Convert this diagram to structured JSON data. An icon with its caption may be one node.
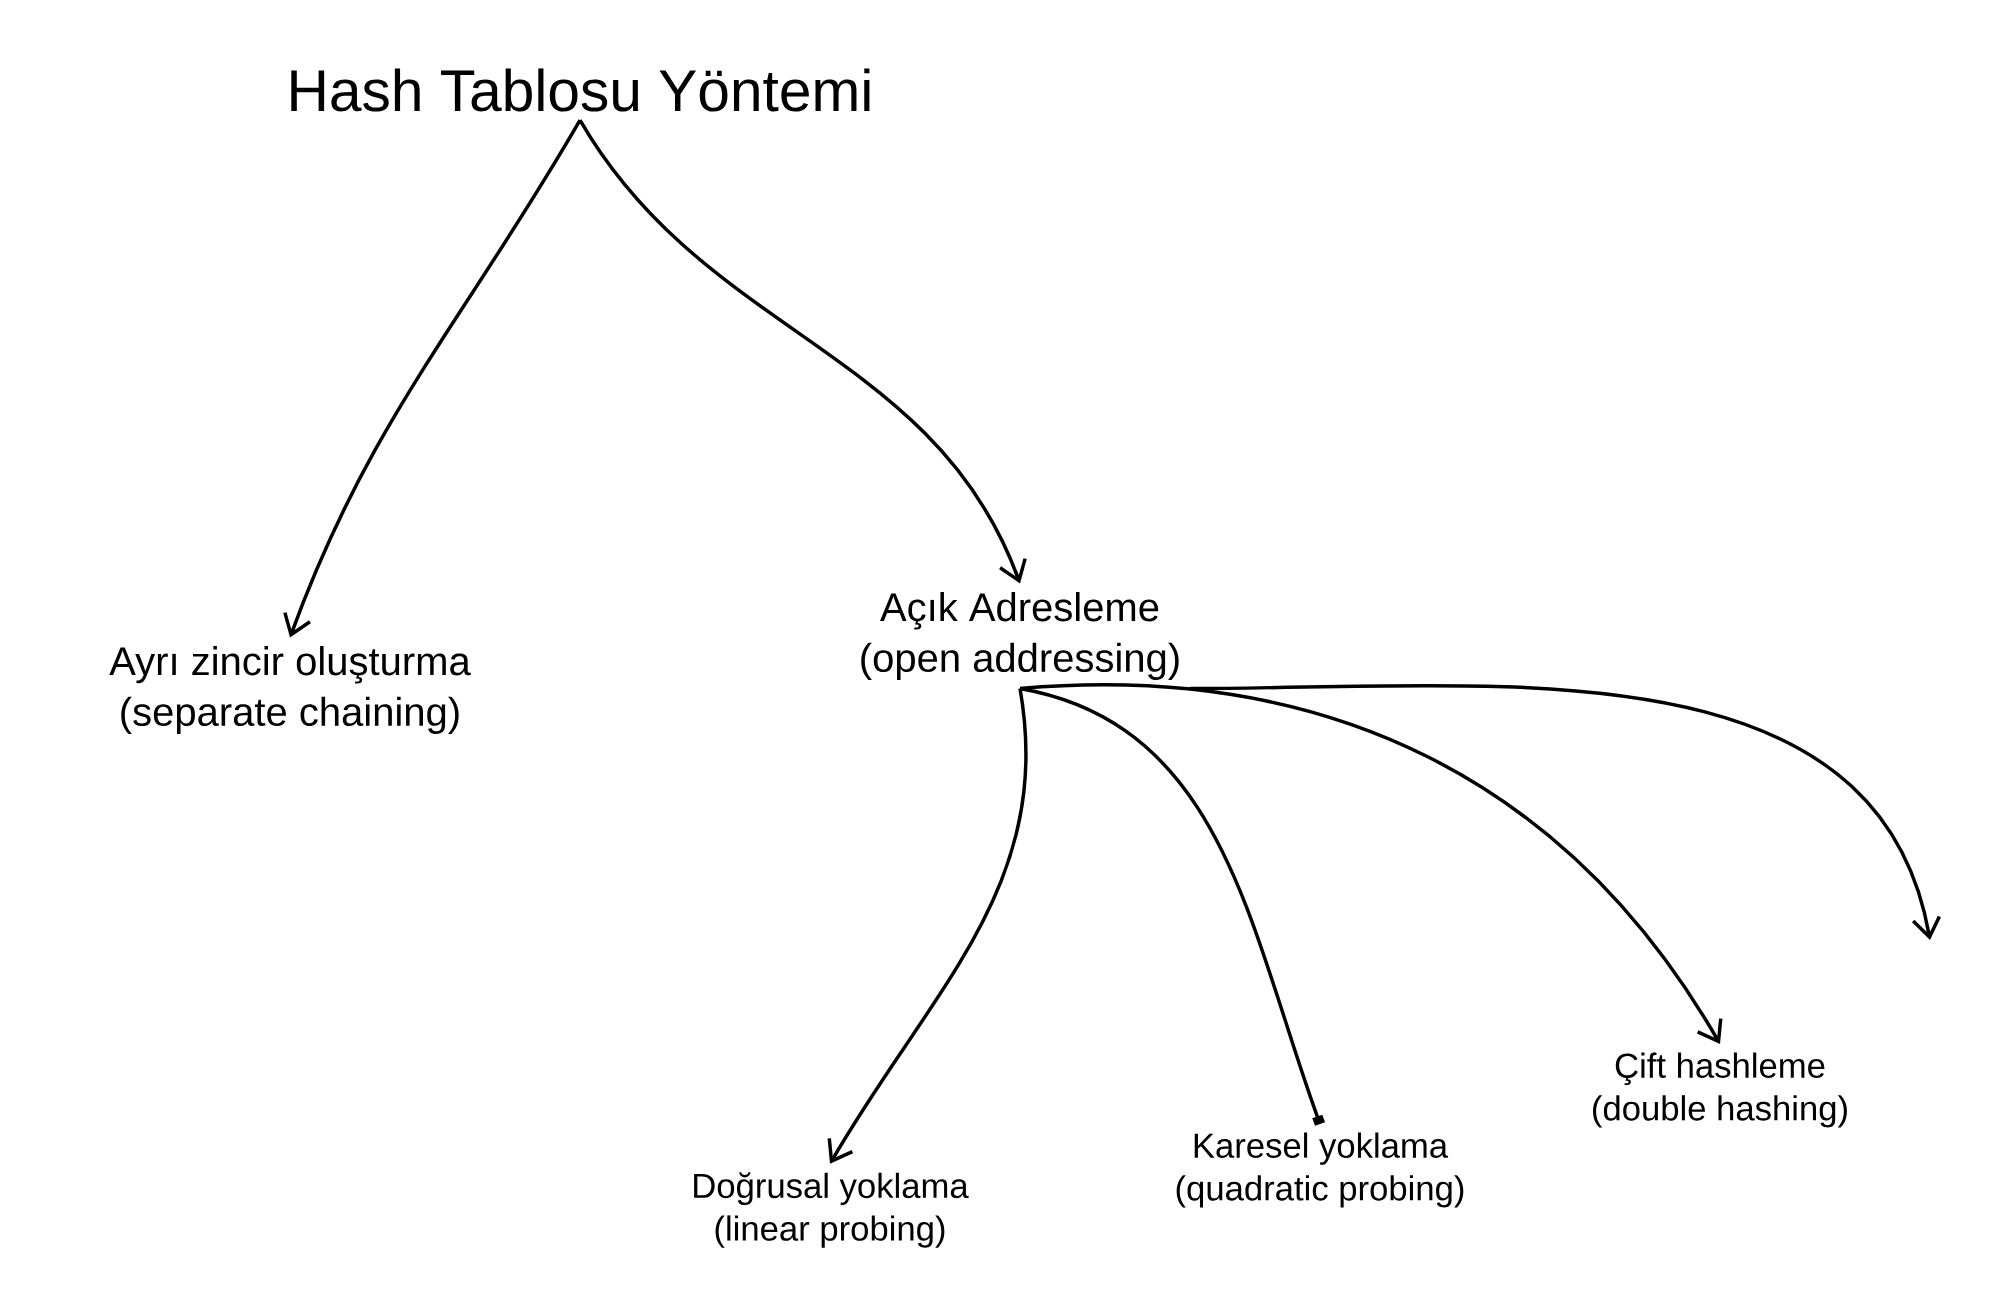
{
  "diagram": {
    "nodes": [
      {
        "text": [
          "Hash Tablosu Yöntemi"
        ]
      },
      {
        "text": [
          "Ayrı zincir oluşturma",
          "(separate chaining)"
        ]
      },
      {
        "text": [
          "Açık Adresleme",
          "(open addressing)"
        ]
      },
      {
        "text": [
          "Doğrusal yoklama",
          "(linear probing)"
        ]
      },
      {
        "text": [
          "Karesel yoklama",
          "(quadratic probing)"
        ]
      },
      {
        "text": [
          "Çift hashleme",
          "(double hashing)"
        ]
      }
    ],
    "edges": [
      {
        "from": 0,
        "to": 1,
        "arrow": "to"
      },
      {
        "from": 0,
        "to": 2,
        "arrow": "to"
      },
      {
        "from": 2,
        "to": 3,
        "arrow": "to"
      },
      {
        "from": 2,
        "to": 4,
        "arrow": "other"
      },
      {
        "from": 2,
        "to": 5,
        "arrow": "to"
      },
      {
        "from": 2,
        "to": null,
        "arrow": "to"
      }
    ]
  }
}
